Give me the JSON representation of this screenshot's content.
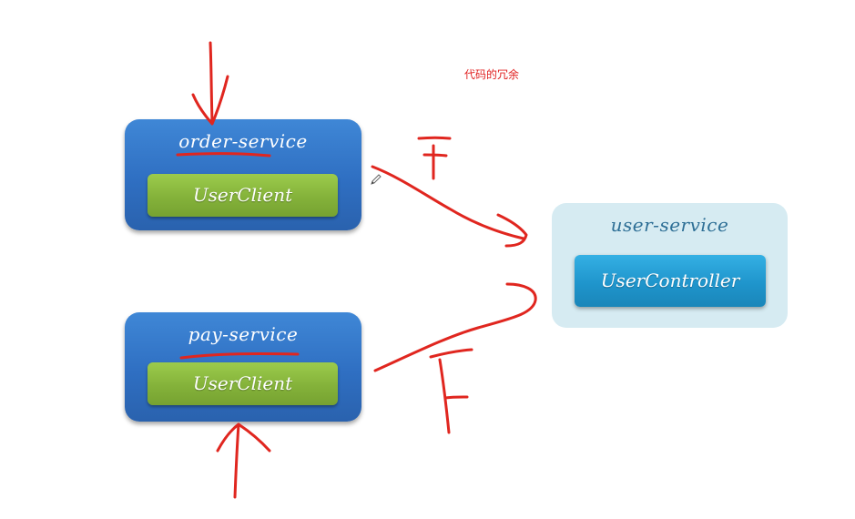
{
  "annotation": "代码的冗余",
  "services": {
    "order": {
      "title": "order-service",
      "client": "UserClient"
    },
    "pay": {
      "title": "pay-service",
      "client": "UserClient"
    },
    "user": {
      "title": "user-service",
      "controller": "UserController"
    }
  },
  "ink_labels": {
    "top": "F",
    "bottom": "F"
  },
  "colors": {
    "ink": "#e0261f",
    "annotation": "#e02020",
    "service_blue": "#2f6fc2",
    "client_green": "#84b23a",
    "user_service_bg": "#d6ebf2",
    "controller_blue": "#1f95cc"
  },
  "icons": [
    "pencil-icon"
  ]
}
